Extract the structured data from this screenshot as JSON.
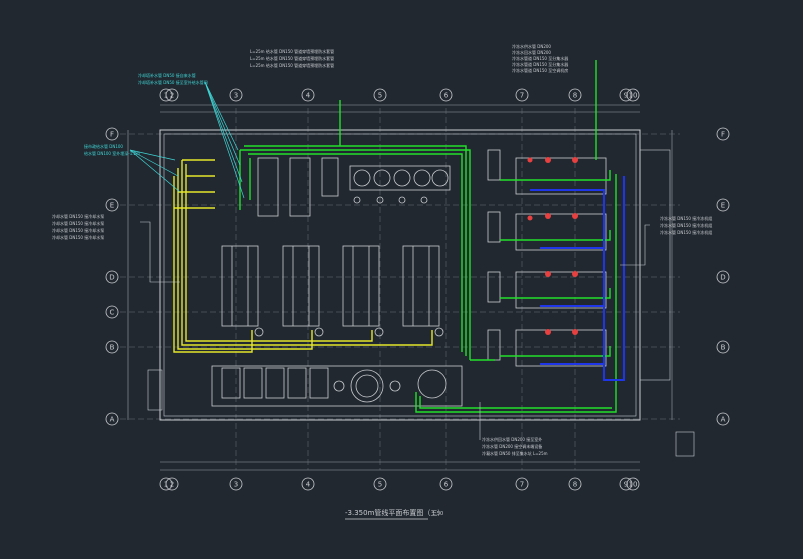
{
  "drawing": {
    "title": "-3.350m管线平面布置图（三）",
    "scale": "1:50",
    "colors": {
      "background": "#212830",
      "linework": "#c9ccd0",
      "green_pipe": "#22e02a",
      "yellow_pipe": "#e6e62a",
      "blue_pipe": "#1f35e8",
      "leader_cyan": "#3fd6d6",
      "red_valve": "#e84040"
    }
  },
  "grid": {
    "columns_top": [
      "1",
      "2",
      "3",
      "4",
      "5",
      "6",
      "7",
      "8",
      "9",
      "10"
    ],
    "columns_bottom": [
      "1",
      "2",
      "3",
      "4",
      "5",
      "6",
      "7",
      "8",
      "9",
      "10"
    ],
    "rows_left": [
      "F",
      "E",
      "D",
      "C",
      "B",
      "A"
    ],
    "rows_right": [
      "F",
      "E",
      "D",
      "B",
      "A"
    ]
  },
  "annotations": {
    "top_center": [
      "L=25m 给水管 DN150 管道穿墙预埋防水套管",
      "L=25m 给水管 DN150 管道穿墙预埋防水套管",
      "L=25m 给水管 DN150 管道穿墙预埋防水套管"
    ],
    "top_left_cyan": [
      "冷却塔补水管 DN50 接自来水管",
      "冷却塔补水管 DN50 接至室外给水管网"
    ],
    "left_cyan_small": [
      "接市政给水管 DN100",
      "给水管 DN100 室外埋深-1.2m"
    ],
    "left_yellow": [
      "冷却水管 DN150 接冷却水泵",
      "冷却水管 DN150 接冷却水泵",
      "冷却水管 DN150 接冷却水泵",
      "冷却水管 DN150 接冷却水泵"
    ],
    "top_right": [
      "冷冻水供水管 DN200",
      "冷冻水回水管 DN200",
      "冷冻水管道 DN150 至分集水器",
      "冷冻水管道 DN150 至分集水器",
      "冷冻水管道 DN150 至空调机房"
    ],
    "right": [
      "冷冻水管 DN150 接冷冻机组",
      "冷冻水管 DN150 接冷冻机组",
      "冷冻水管 DN150 接冷冻机组"
    ],
    "bottom_center": [
      "冷冻水供回水管 DN200 接至室外",
      "冷冻水管 DN200 接空调末端设备",
      "冷凝水管 DN50 排至集水坑 L=25m"
    ]
  }
}
